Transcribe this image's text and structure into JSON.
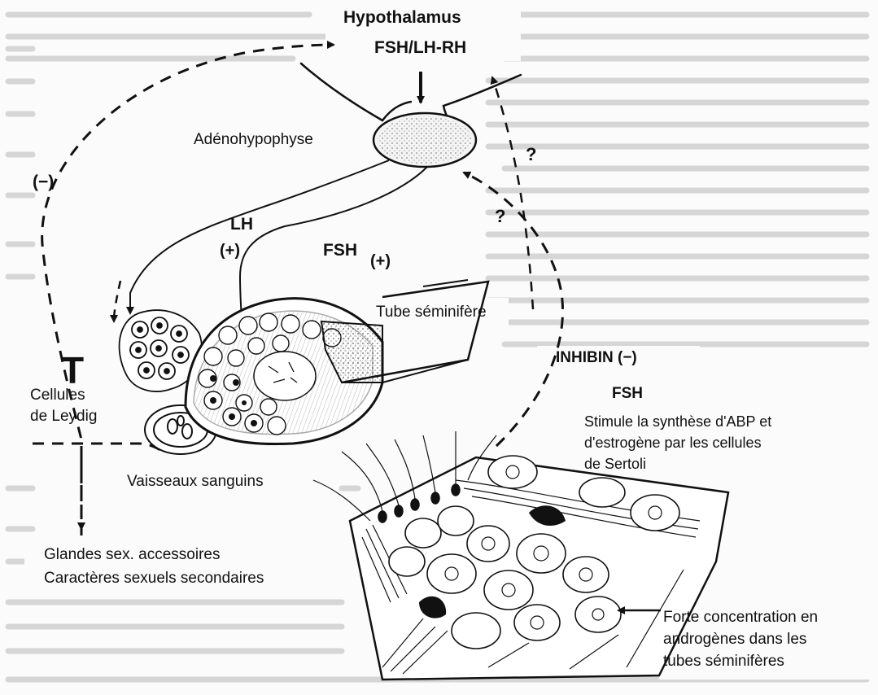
{
  "labels": {
    "hypothalamus": "Hypothalamus",
    "releasing_hormone": "FSH/LH-RH",
    "adenohypophyse": "Adénohypophyse",
    "negative_feedback": "(−)",
    "lh": "LH",
    "lh_effect": "(+)",
    "fsh": "FSH",
    "fsh_effect": "(+)",
    "tube_seminifere": "Tube séminifère",
    "question_1": "?",
    "question_2": "?",
    "inhibin": "INHIBIN (−)",
    "fsh_action": "FSH",
    "sertoli_text": "Stimule la synthèse d'ABP et\nd'estrogène par les cellules\nde Sertoli",
    "testosterone_symbol": "T",
    "leydig": "Cellules\nde Leydig",
    "vaisseaux": "Vaisseaux sanguins",
    "glandes": "Glandes sex. accessoires",
    "caracteres": "Caractères sexuels secondaires",
    "androgenes": "Forte concentration en\nandrogènes dans les\ntubes séminifères"
  }
}
